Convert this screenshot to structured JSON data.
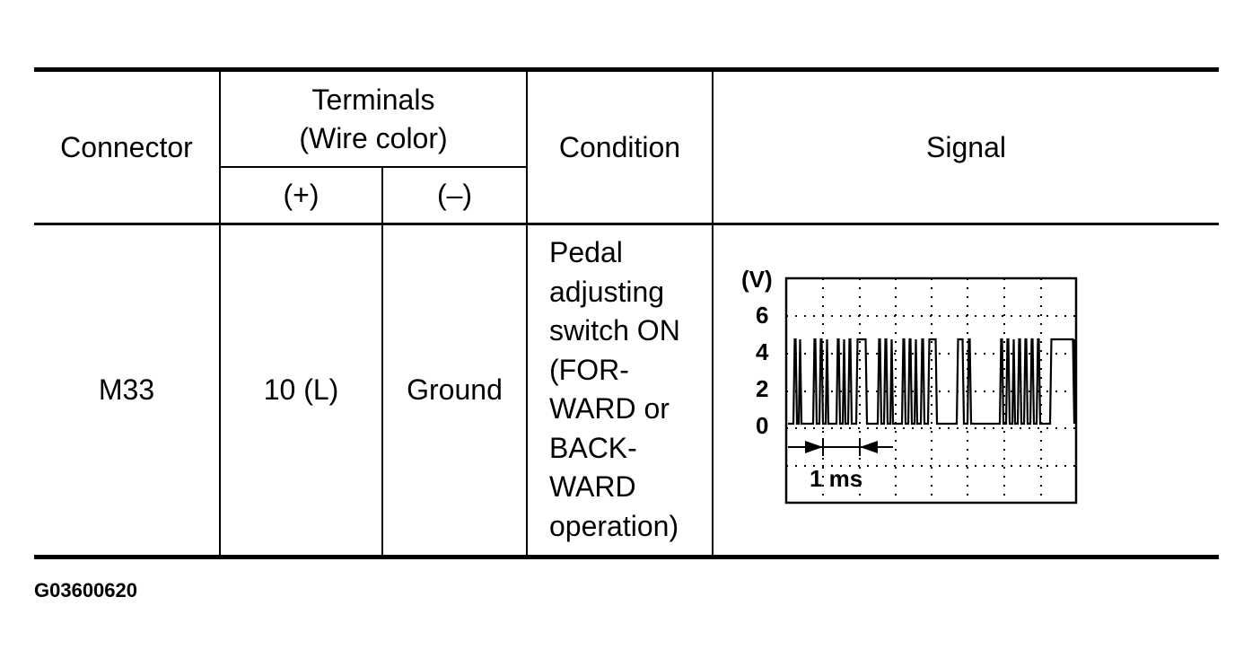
{
  "table": {
    "headers": {
      "connector": "Connector",
      "terminals_line1": "Terminals",
      "terminals_line2": "(Wire color)",
      "plus": "(+)",
      "minus": "(–)",
      "condition": "Condition",
      "signal": "Signal"
    },
    "row": {
      "connector": "M33",
      "plus": "10 (L)",
      "minus": "Ground",
      "condition_lines": [
        "Pedal",
        "adjusting",
        "switch ON",
        "(FOR-",
        "WARD or",
        "BACK-",
        "WARD",
        "operation)"
      ]
    }
  },
  "scope": {
    "unit_label": "(V)",
    "y_labels": [
      "6",
      "4",
      "2",
      "0"
    ],
    "time_label": "1 ms"
  },
  "figure_id": "G03600620"
}
